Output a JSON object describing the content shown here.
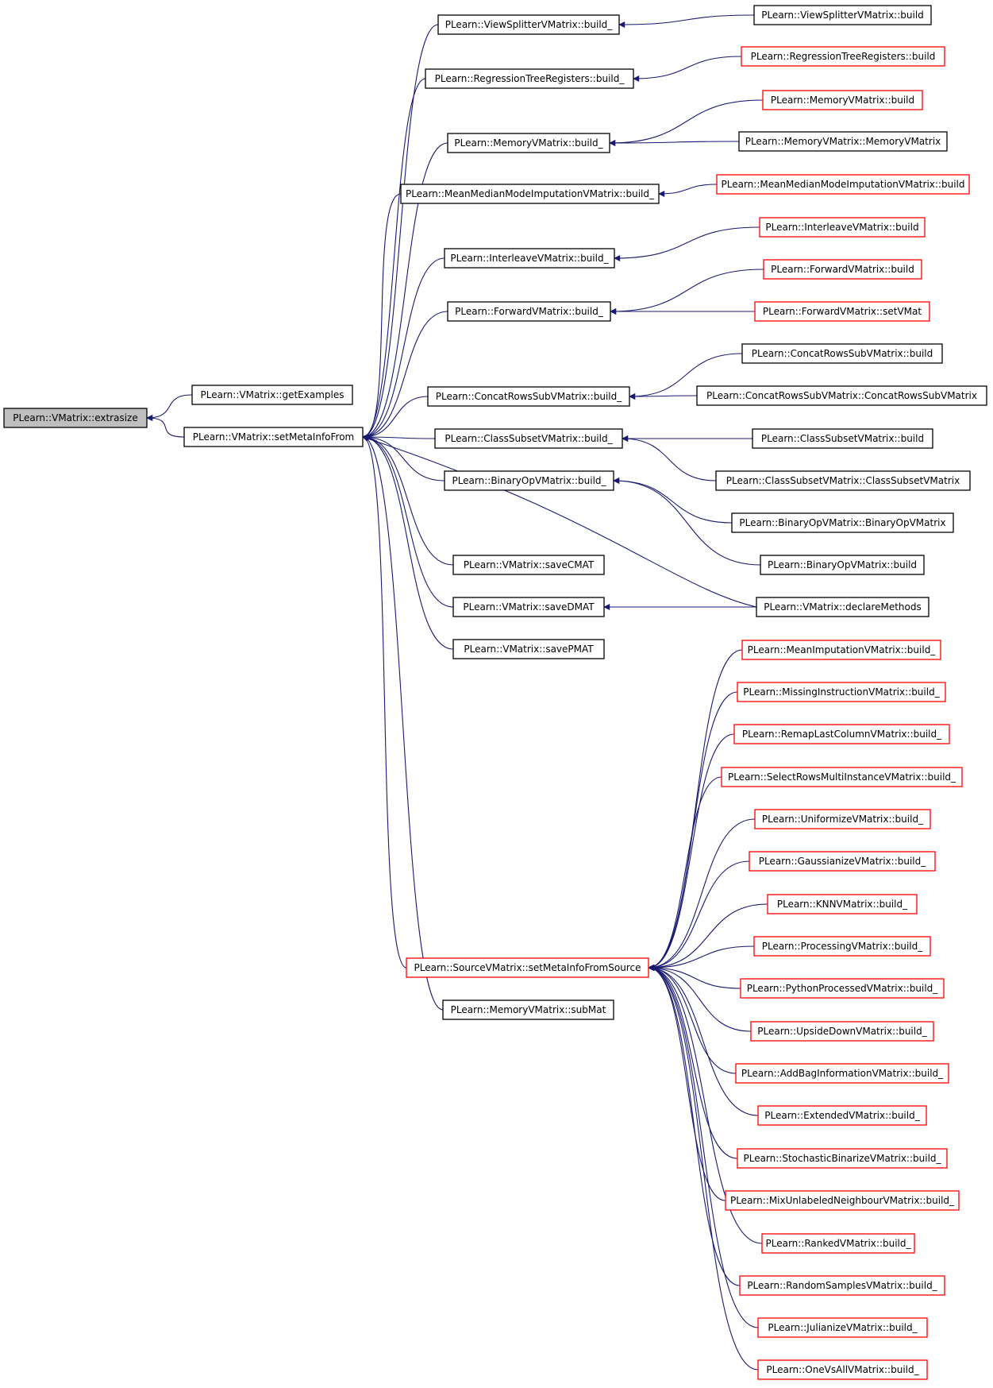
{
  "colors": {
    "edge": "#191970",
    "root_fill": "#bfbfbf",
    "border_normal": "#000000",
    "border_truncated": "#ff0000",
    "text": "#000000"
  },
  "nodes": [
    {
      "id": "n0",
      "label": "PLearn::VMatrix::extrasize",
      "kind": "root"
    },
    {
      "id": "n1",
      "label": "PLearn::VMatrix::getExamples",
      "kind": "normal"
    },
    {
      "id": "n2",
      "label": "PLearn::VMatrix::setMetaInfoFrom",
      "kind": "normal"
    },
    {
      "id": "n3",
      "label": "PLearn::ViewSplitterVMatrix::build_",
      "kind": "normal"
    },
    {
      "id": "n4",
      "label": "PLearn::RegressionTreeRegisters::build_",
      "kind": "normal"
    },
    {
      "id": "n5",
      "label": "PLearn::MemoryVMatrix::build_",
      "kind": "normal"
    },
    {
      "id": "n6",
      "label": "PLearn::MeanMedianModeImputationVMatrix::build_",
      "kind": "normal"
    },
    {
      "id": "n7",
      "label": "PLearn::InterleaveVMatrix::build_",
      "kind": "normal"
    },
    {
      "id": "n8",
      "label": "PLearn::ForwardVMatrix::build_",
      "kind": "normal"
    },
    {
      "id": "n9",
      "label": "PLearn::ConcatRowsSubVMatrix::build_",
      "kind": "normal"
    },
    {
      "id": "n10",
      "label": "PLearn::ClassSubsetVMatrix::build_",
      "kind": "normal"
    },
    {
      "id": "n11",
      "label": "PLearn::BinaryOpVMatrix::build_",
      "kind": "normal"
    },
    {
      "id": "n12",
      "label": "PLearn::VMatrix::saveCMAT",
      "kind": "normal"
    },
    {
      "id": "n13",
      "label": "PLearn::VMatrix::saveDMAT",
      "kind": "normal"
    },
    {
      "id": "n14",
      "label": "PLearn::VMatrix::savePMAT",
      "kind": "normal"
    },
    {
      "id": "n15",
      "label": "PLearn::SourceVMatrix::setMetaInfoFromSource",
      "kind": "truncated"
    },
    {
      "id": "n16",
      "label": "PLearn::MemoryVMatrix::subMat",
      "kind": "normal"
    },
    {
      "id": "n17",
      "label": "PLearn::ViewSplitterVMatrix::build",
      "kind": "normal"
    },
    {
      "id": "n18",
      "label": "PLearn::RegressionTreeRegisters::build",
      "kind": "truncated"
    },
    {
      "id": "n19",
      "label": "PLearn::MemoryVMatrix::build",
      "kind": "truncated"
    },
    {
      "id": "n20",
      "label": "PLearn::MemoryVMatrix::MemoryVMatrix",
      "kind": "normal"
    },
    {
      "id": "n21",
      "label": "PLearn::MeanMedianModeImputationVMatrix::build",
      "kind": "truncated"
    },
    {
      "id": "n22",
      "label": "PLearn::InterleaveVMatrix::build",
      "kind": "truncated"
    },
    {
      "id": "n23",
      "label": "PLearn::ForwardVMatrix::build",
      "kind": "truncated"
    },
    {
      "id": "n24",
      "label": "PLearn::ForwardVMatrix::setVMat",
      "kind": "truncated"
    },
    {
      "id": "n25",
      "label": "PLearn::ConcatRowsSubVMatrix::build",
      "kind": "normal"
    },
    {
      "id": "n26",
      "label": "PLearn::ConcatRowsSubVMatrix::ConcatRowsSubVMatrix",
      "kind": "normal"
    },
    {
      "id": "n27",
      "label": "PLearn::ClassSubsetVMatrix::build",
      "kind": "normal"
    },
    {
      "id": "n28",
      "label": "PLearn::ClassSubsetVMatrix::ClassSubsetVMatrix",
      "kind": "normal"
    },
    {
      "id": "n29",
      "label": "PLearn::BinaryOpVMatrix::BinaryOpVMatrix",
      "kind": "normal"
    },
    {
      "id": "n30",
      "label": "PLearn::BinaryOpVMatrix::build",
      "kind": "normal"
    },
    {
      "id": "n31",
      "label": "PLearn::VMatrix::declareMethods",
      "kind": "normal"
    },
    {
      "id": "n32",
      "label": "PLearn::MeanImputationVMatrix::build_",
      "kind": "truncated"
    },
    {
      "id": "n33",
      "label": "PLearn::MissingInstructionVMatrix::build_",
      "kind": "truncated"
    },
    {
      "id": "n34",
      "label": "PLearn::RemapLastColumnVMatrix::build_",
      "kind": "truncated"
    },
    {
      "id": "n35",
      "label": "PLearn::SelectRowsMultiInstanceVMatrix::build_",
      "kind": "truncated"
    },
    {
      "id": "n36",
      "label": "PLearn::UniformizeVMatrix::build_",
      "kind": "truncated"
    },
    {
      "id": "n37",
      "label": "PLearn::GaussianizeVMatrix::build_",
      "kind": "truncated"
    },
    {
      "id": "n38",
      "label": "PLearn::KNNVMatrix::build_",
      "kind": "truncated"
    },
    {
      "id": "n39",
      "label": "PLearn::ProcessingVMatrix::build_",
      "kind": "truncated"
    },
    {
      "id": "n40",
      "label": "PLearn::PythonProcessedVMatrix::build_",
      "kind": "truncated"
    },
    {
      "id": "n41",
      "label": "PLearn::UpsideDownVMatrix::build_",
      "kind": "truncated"
    },
    {
      "id": "n42",
      "label": "PLearn::AddBagInformationVMatrix::build_",
      "kind": "truncated"
    },
    {
      "id": "n43",
      "label": "PLearn::ExtendedVMatrix::build_",
      "kind": "truncated"
    },
    {
      "id": "n44",
      "label": "PLearn::StochasticBinarizeVMatrix::build_",
      "kind": "truncated"
    },
    {
      "id": "n45",
      "label": "PLearn::MixUnlabeledNeighbourVMatrix::build_",
      "kind": "truncated"
    },
    {
      "id": "n46",
      "label": "PLearn::RankedVMatrix::build_",
      "kind": "truncated"
    },
    {
      "id": "n47",
      "label": "PLearn::RandomSamplesVMatrix::build_",
      "kind": "truncated"
    },
    {
      "id": "n48",
      "label": "PLearn::JulianizeVMatrix::build_",
      "kind": "truncated"
    },
    {
      "id": "n49",
      "label": "PLearn::OneVsAllVMatrix::build_",
      "kind": "truncated"
    }
  ],
  "edges": [
    {
      "from": "n1",
      "to": "n0"
    },
    {
      "from": "n2",
      "to": "n0"
    },
    {
      "from": "n3",
      "to": "n2"
    },
    {
      "from": "n4",
      "to": "n2"
    },
    {
      "from": "n5",
      "to": "n2"
    },
    {
      "from": "n6",
      "to": "n2"
    },
    {
      "from": "n7",
      "to": "n2"
    },
    {
      "from": "n8",
      "to": "n2"
    },
    {
      "from": "n9",
      "to": "n2"
    },
    {
      "from": "n10",
      "to": "n2"
    },
    {
      "from": "n11",
      "to": "n2"
    },
    {
      "from": "n12",
      "to": "n2"
    },
    {
      "from": "n13",
      "to": "n2"
    },
    {
      "from": "n14",
      "to": "n2"
    },
    {
      "from": "n15",
      "to": "n2"
    },
    {
      "from": "n16",
      "to": "n2"
    },
    {
      "from": "n31",
      "to": "n2"
    },
    {
      "from": "n17",
      "to": "n3"
    },
    {
      "from": "n18",
      "to": "n4"
    },
    {
      "from": "n19",
      "to": "n5"
    },
    {
      "from": "n20",
      "to": "n5"
    },
    {
      "from": "n21",
      "to": "n6"
    },
    {
      "from": "n22",
      "to": "n7"
    },
    {
      "from": "n23",
      "to": "n8"
    },
    {
      "from": "n24",
      "to": "n8"
    },
    {
      "from": "n25",
      "to": "n9"
    },
    {
      "from": "n26",
      "to": "n9"
    },
    {
      "from": "n27",
      "to": "n10"
    },
    {
      "from": "n28",
      "to": "n10"
    },
    {
      "from": "n29",
      "to": "n11"
    },
    {
      "from": "n30",
      "to": "n11"
    },
    {
      "from": "n31",
      "to": "n13"
    },
    {
      "from": "n32",
      "to": "n15"
    },
    {
      "from": "n33",
      "to": "n15"
    },
    {
      "from": "n34",
      "to": "n15"
    },
    {
      "from": "n35",
      "to": "n15"
    },
    {
      "from": "n36",
      "to": "n15"
    },
    {
      "from": "n37",
      "to": "n15"
    },
    {
      "from": "n38",
      "to": "n15"
    },
    {
      "from": "n39",
      "to": "n15"
    },
    {
      "from": "n40",
      "to": "n15"
    },
    {
      "from": "n41",
      "to": "n15"
    },
    {
      "from": "n42",
      "to": "n15"
    },
    {
      "from": "n43",
      "to": "n15"
    },
    {
      "from": "n44",
      "to": "n15"
    },
    {
      "from": "n45",
      "to": "n15"
    },
    {
      "from": "n46",
      "to": "n15"
    },
    {
      "from": "n47",
      "to": "n15"
    },
    {
      "from": "n48",
      "to": "n15"
    },
    {
      "from": "n49",
      "to": "n15"
    }
  ]
}
